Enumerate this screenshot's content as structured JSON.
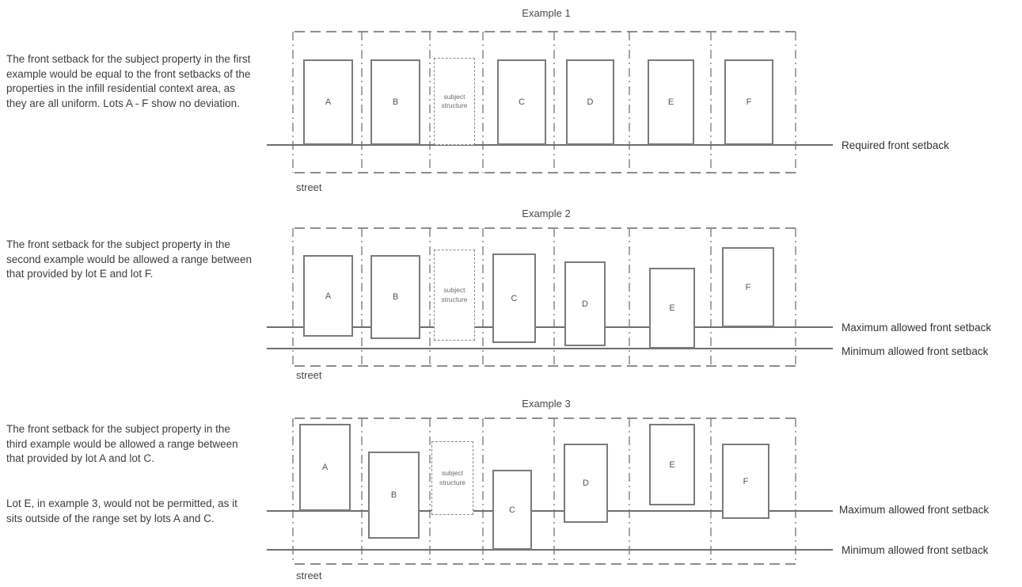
{
  "colors": {
    "line_gray": "#7e7e7e",
    "setback_line": "#6e6e6e",
    "text": "#3c3c3c"
  },
  "examples": [
    {
      "title": "Example 1",
      "description": "The front setback for the subject property in the first example would be equal to the front setbacks of the properties in the infill residential context area, as they are all uniform. Lots A - F show no deviation.",
      "lots": [
        "A",
        "B",
        "C",
        "D",
        "E",
        "F"
      ],
      "subject_label": "subject structure",
      "street_label": "street",
      "labels": {
        "required": "Required front setback"
      }
    },
    {
      "title": "Example 2",
      "description": "The front setback for the subject property in the second example would be allowed a range between that provided by lot E and lot F.",
      "lots": [
        "A",
        "B",
        "C",
        "D",
        "E",
        "F"
      ],
      "subject_label": "subject structure",
      "street_label": "street",
      "labels": {
        "max": "Maximum allowed front setback",
        "min": "Minimum allowed front setback"
      }
    },
    {
      "title": "Example 3",
      "description": "The front setback for the subject property in the third example would be allowed a range between that provided by lot A and lot C.",
      "note": "Lot E, in example 3, would not be permitted, as it sits outside of the range set by lots A and C.",
      "lots": [
        "A",
        "B",
        "C",
        "D",
        "E",
        "F"
      ],
      "subject_label": "subject structure",
      "street_label": "street",
      "labels": {
        "max": "Maximum allowed front setback",
        "min": "Minimum allowed front setback"
      }
    }
  ]
}
